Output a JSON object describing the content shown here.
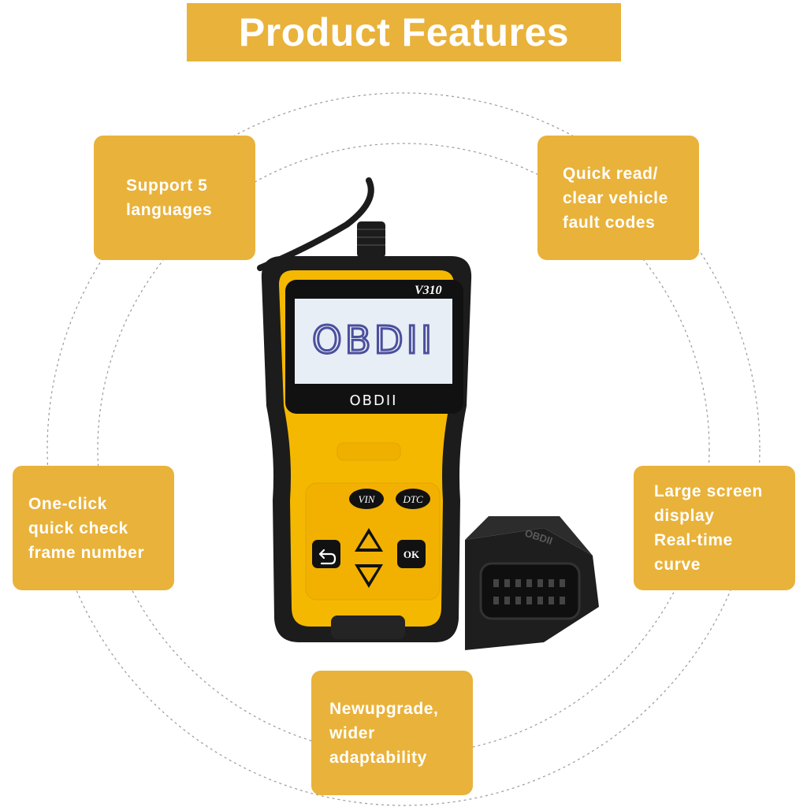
{
  "title": "Product Features",
  "colors": {
    "accent": "#e9b23a",
    "device_yellow": "#f5b800",
    "device_black": "#1c1c1c",
    "screen_blue": "#4b4f9c"
  },
  "features": {
    "top_left": {
      "lines": [
        "Support 5",
        "languages"
      ]
    },
    "top_right": {
      "lines": [
        "Quick read/",
        "clear vehicle",
        "fault codes"
      ]
    },
    "middle_left": {
      "lines": [
        "One-click",
        "quick check",
        "frame number"
      ]
    },
    "middle_right": {
      "lines": [
        "Large screen",
        "display",
        "Real-time",
        "curve"
      ]
    },
    "bottom": {
      "lines": [
        "Newupgrade,",
        "wider",
        "adaptability"
      ]
    }
  },
  "device": {
    "model": "V310",
    "screen_text": "OBDII",
    "bezel_text": "OBDII",
    "buttons": {
      "vin": "VIN",
      "dtc": "DTC",
      "ok": "OK",
      "back_icon": "return-arrow-icon",
      "up_icon": "triangle-up-icon",
      "down_icon": "triangle-down-icon"
    },
    "connector_text": "OBDII"
  }
}
